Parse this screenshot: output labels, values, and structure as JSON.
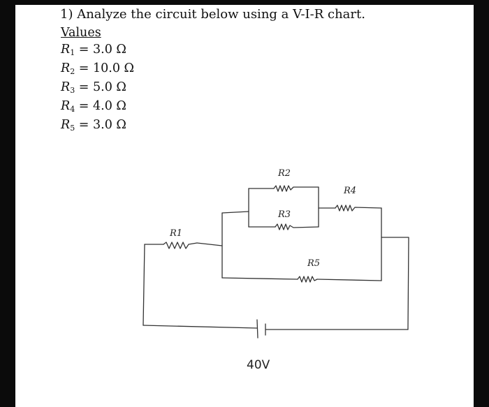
{
  "problem": {
    "question": "1) Analyze the circuit below using a V-I-R chart.",
    "values_heading": "Values",
    "values": [
      {
        "symbol": "R",
        "subscript": "1",
        "value": "= 3.0 Ω"
      },
      {
        "symbol": "R",
        "subscript": "2",
        "value": "= 10.0 Ω"
      },
      {
        "symbol": "R",
        "subscript": "3",
        "value": "= 5.0 Ω"
      },
      {
        "symbol": "R",
        "subscript": "4",
        "value": "= 4.0 Ω"
      },
      {
        "symbol": "R",
        "subscript": "5",
        "value": "= 3.0 Ω"
      }
    ]
  },
  "circuit": {
    "labels": {
      "r1": "R1",
      "r2": "R2",
      "r3": "R3",
      "r4": "R4",
      "r5": "R5",
      "battery": "40V"
    }
  }
}
